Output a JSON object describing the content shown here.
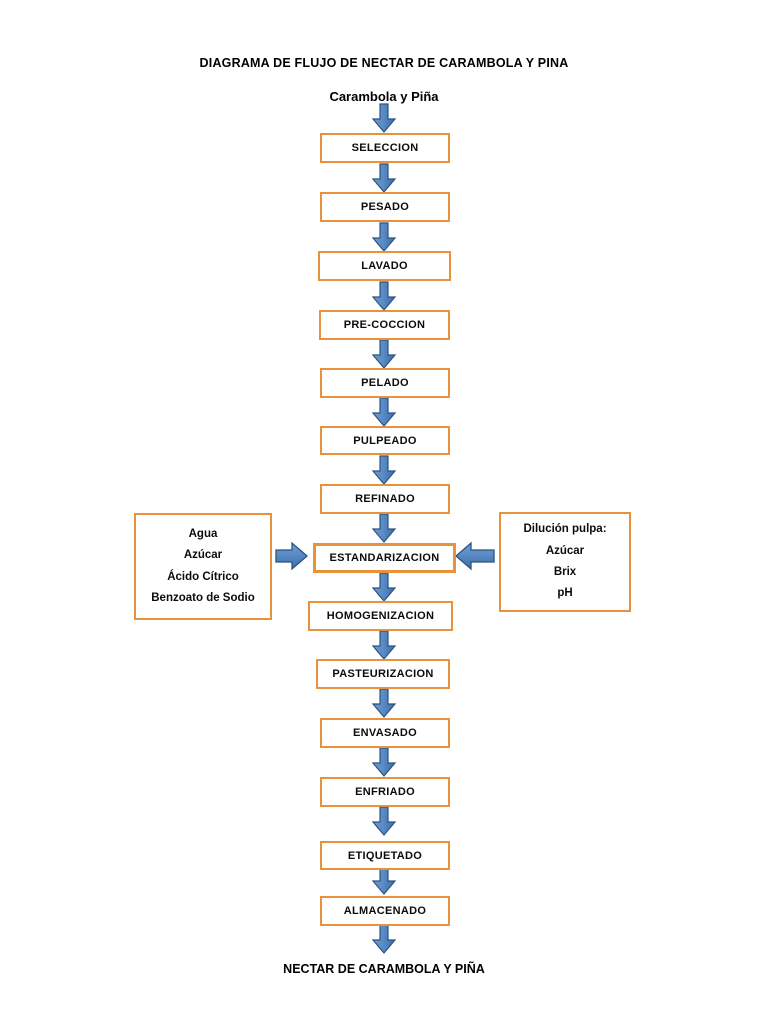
{
  "diagram": {
    "title": "DIAGRAMA DE FLUJO DE NECTAR DE CARAMBOLA Y PINA",
    "start_label": "Carambola y Piña",
    "end_label": "NECTAR DE CARAMBOLA Y PIÑA",
    "colors": {
      "box_border": "#E8923C",
      "box_fill": "#FFFFFF",
      "arrow_fill": "#4E81BD",
      "arrow_stroke": "#2B5480",
      "text": "#0C0C0C"
    },
    "steps": [
      {
        "label": "SELECCION"
      },
      {
        "label": "PESADO"
      },
      {
        "label": "LAVADO"
      },
      {
        "label": "PRE-COCCION"
      },
      {
        "label": "PELADO"
      },
      {
        "label": "PULPEADO"
      },
      {
        "label": "REFINADO"
      },
      {
        "label": "ESTANDARIZACION"
      },
      {
        "label": "HOMOGENIZACION"
      },
      {
        "label": "PASTEURIZACION"
      },
      {
        "label": "ENVASADO"
      },
      {
        "label": "ENFRIADO"
      },
      {
        "label": "ETIQUETADO"
      },
      {
        "label": "ALMACENADO"
      }
    ],
    "side_inputs": {
      "left": {
        "name": "ingredientes",
        "lines": [
          "Agua",
          "Azúcar",
          "Ácido Cítrico",
          "Benzoato de Sodio"
        ]
      },
      "right": {
        "name": "control-dilucion",
        "lines": [
          "Dilución pulpa:",
          "Azúcar",
          "Brix",
          "pH"
        ]
      }
    },
    "icons": {
      "arrow_down": "arrow-down-icon",
      "arrow_right": "arrow-right-icon",
      "arrow_left": "arrow-left-icon"
    }
  },
  "chart_data": {
    "type": "diagram",
    "title": "DIAGRAMA DE FLUJO DE NECTAR DE CARAMBOLA Y PINA",
    "flow": [
      "Carambola y Piña",
      "SELECCION",
      "PESADO",
      "LAVADO",
      "PRE-COCCION",
      "PELADO",
      "PULPEADO",
      "REFINADO",
      "ESTANDARIZACION",
      "HOMOGENIZACION",
      "PASTEURIZACION",
      "ENVASADO",
      "ENFRIADO",
      "ETIQUETADO",
      "ALMACENADO",
      "NECTAR DE CARAMBOLA Y PIÑA"
    ],
    "side_inputs_into": "ESTANDARIZACION"
  }
}
